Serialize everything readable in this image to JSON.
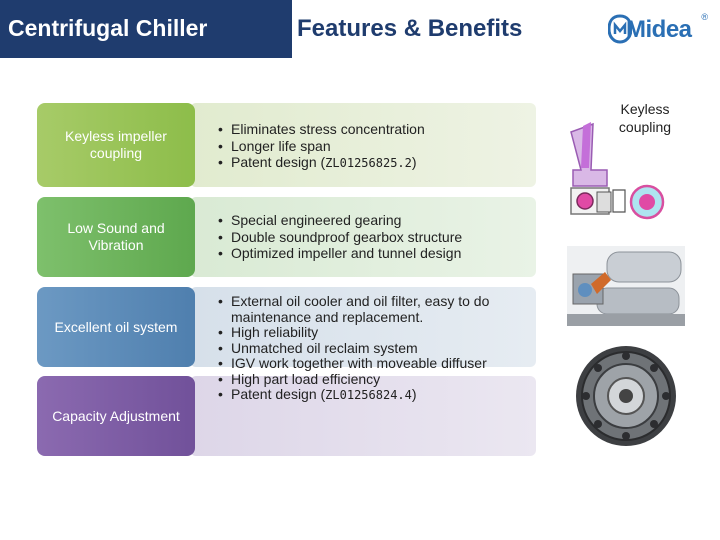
{
  "header": {
    "left_title": "Centrifugal Chiller",
    "right_title": "Features & Benefits",
    "logo_text": "Midea",
    "logo_mark": "®"
  },
  "features": [
    {
      "label": "Keyless impeller coupling",
      "bullets": [
        "Eliminates stress concentration",
        "Longer life span"
      ],
      "patent_prefix": "Patent design (",
      "patent_number": "ZL01256825.2",
      "patent_suffix": ")"
    },
    {
      "label": "Low Sound and Vibration",
      "bullets": [
        "Special engineered gearing",
        "Double soundproof gearbox structure",
        "Optimized impeller and tunnel design"
      ]
    },
    {
      "label": "Excellent oil system",
      "bullets": [
        "External oil cooler and oil filter, easy to do maintenance and replacement.",
        "High reliability",
        "Unmatched oil reclaim system"
      ]
    },
    {
      "label": "Capacity Adjustment",
      "bullets": [
        "IGV work together with moveable diffuser",
        "High part load efficiency"
      ],
      "patent_prefix": "Patent design (",
      "patent_number": "ZL01256824.4",
      "patent_suffix": ")"
    }
  ],
  "side": {
    "keyless_label": "Keyless coupling"
  },
  "icons": [
    "midea-logo-icon",
    "keyless-coupling-image",
    "chiller-unit-image",
    "diffuser-image"
  ],
  "colors": {
    "header_bg": "#1f3c6e",
    "brand_blue": "#2a6fb4",
    "green_light": "#8dbd4a",
    "green": "#5ea84e",
    "blue": "#4f7fae",
    "purple": "#71519a"
  }
}
